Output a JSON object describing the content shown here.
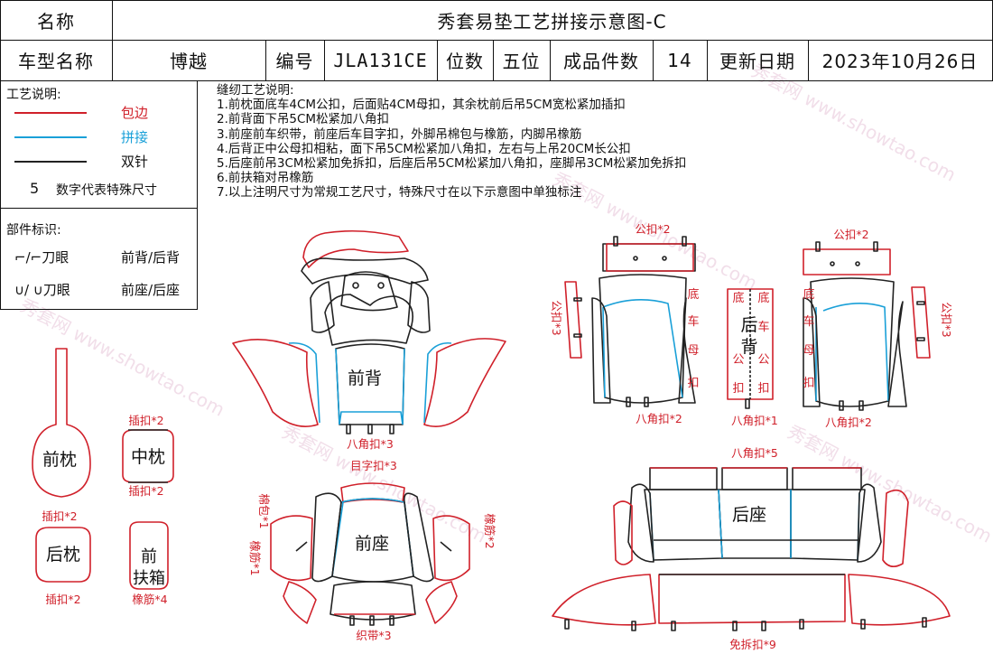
{
  "header": {
    "name_label": "名称",
    "title": "秀套易垫工艺拼接示意图-C",
    "model_label": "车型名称",
    "model_value": "博越",
    "code_label": "编号",
    "code_value": "JLA131CE",
    "seats_label": "位数",
    "seats_value": "五位",
    "pieces_label": "成品件数",
    "pieces_value": "14",
    "date_label": "更新日期",
    "date_value": "2023年10月26日"
  },
  "legend": {
    "title": "工艺说明:",
    "items": [
      {
        "label": "包边",
        "color": "#d0202a"
      },
      {
        "label": "拼接",
        "color": "#1aa0d8"
      },
      {
        "label": "双针",
        "color": "#222222"
      }
    ],
    "special_number": "5",
    "special_label": "数字代表特殊尺寸"
  },
  "parts": {
    "title": "部件标识:",
    "row1_symbol": "⌐/⌐刀眼",
    "row1_desc": "前背/后背",
    "row2_symbol": "∪/ ∪刀眼",
    "row2_desc": "前座/后座"
  },
  "notes": {
    "title": "缝纫工艺说明:",
    "lines": [
      "1.前枕面底车4CM公扣，后面贴4CM母扣，其余枕前后吊5CM宽松紧加插扣",
      "2.前背面下吊5CM松紧加八角扣",
      "3.前座前车织带，前座后车目字扣，外脚吊棉包与橡筋，内脚吊橡筋",
      "4.后背正中公母扣相粘，面下吊5CM松紧加八角扣，左右与上吊20CM长公扣",
      "5.后座前吊3CM松紧加免拆扣，后座后吊5CM松紧加八角扣，座脚吊3CM松紧加免拆扣",
      "6.前扶箱对吊橡筋",
      "7.以上注明尺寸为常规工艺尺寸，特殊尺寸在以下示意图中单独标注"
    ]
  },
  "diagram": {
    "front_back": "前背",
    "front_seat": "前座",
    "rear_back": "后背",
    "rear_seat": "后座",
    "front_pillow": "前枕",
    "mid_pillow": "中枕",
    "rear_pillow": "后枕",
    "armrest": "前扶箱",
    "bottom_left": "底",
    "bottom_right": "底",
    "che": "车",
    "gong": "公",
    "mu": "母",
    "kou": "扣",
    "ann_octagon3": "八角扣*3",
    "ann_muzi3": "目字扣*3",
    "ann_zhidai3": "织带*3",
    "ann_mianbao1": "棉包*1",
    "ann_xiangjin1": "橡筋*1",
    "ann_xiangjin2": "橡筋*2",
    "ann_gongkou2_l": "公扣*2",
    "ann_gongkou2_r": "公扣*2",
    "ann_gongkou3_l": "公扣*3",
    "ann_gongkou3_r": "公扣*3",
    "ann_octagon2_l": "八角扣*2",
    "ann_octagon1": "八角扣*1",
    "ann_octagon2_r": "八角扣*2",
    "ann_octagon5": "八角扣*5",
    "ann_mianchai9": "免拆扣*9",
    "ann_chakou2_a": "插扣*2",
    "ann_chakou2_b": "插扣*2",
    "ann_chakou2_c": "插扣*2",
    "ann_chakou2_d": "插扣*2",
    "ann_xiangjin4": "橡筋*4"
  },
  "watermark": {
    "text": "秀套网 www.showtao.com"
  }
}
